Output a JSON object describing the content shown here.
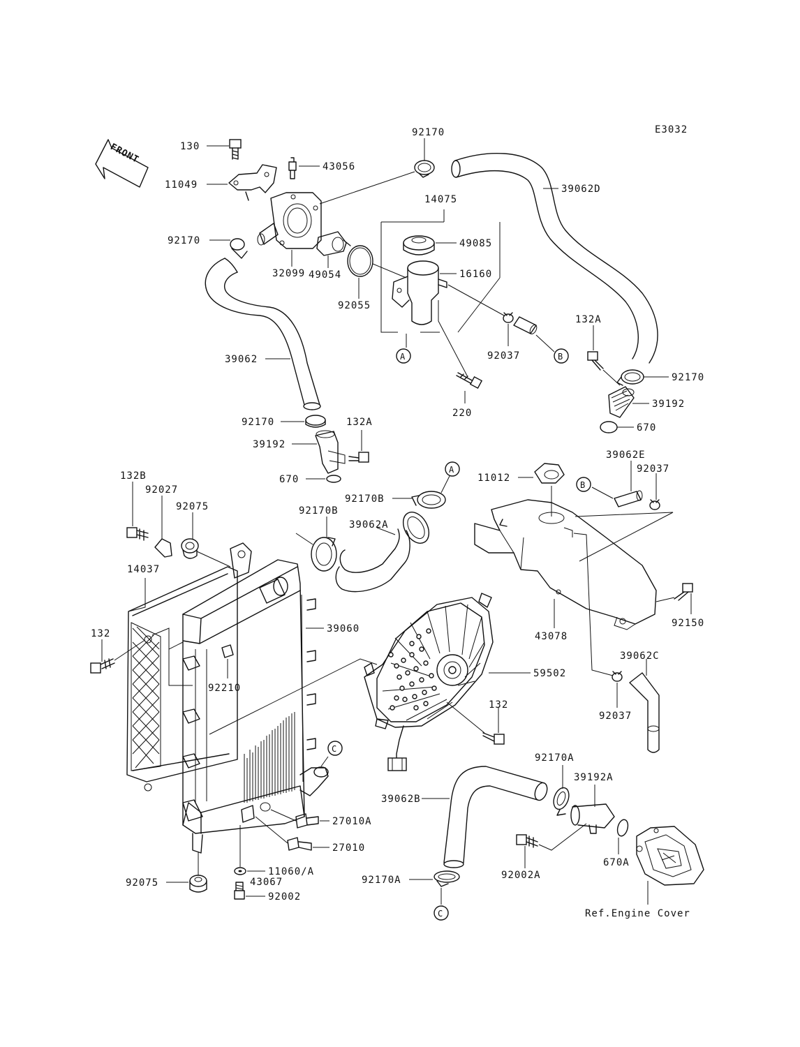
{
  "diagram_code": "E3032",
  "front_label": "FRONT",
  "ref_note": "Ref.Engine Cover",
  "callouts": {
    "a_top": "A",
    "b_top": "B",
    "a_mid": "A",
    "b_mid": "B",
    "c_mid": "C",
    "c_bottom": "C"
  },
  "labels": {
    "l130": "130",
    "l11049": "11049",
    "l43056": "43056",
    "l92170_top": "92170",
    "l39062D": "39062D",
    "l14075": "14075",
    "l49085": "49085",
    "l16160": "16160",
    "l92170_left": "92170",
    "l32099": "32099",
    "l49054": "49054",
    "l92055": "92055",
    "l39062": "39062",
    "l92037_top": "92037",
    "l132A_right": "132A",
    "l92170_right": "92170",
    "l39192_right": "39192",
    "l670_right": "670",
    "l220": "220",
    "l92170_mid": "92170",
    "l132A_mid": "132A",
    "l39192_mid": "39192",
    "l670_mid": "670",
    "l132B": "132B",
    "l92027": "92027",
    "l92075_top": "92075",
    "l92170B_a": "92170B",
    "l92170B_b": "92170B",
    "l39062A": "39062A",
    "l11012": "11012",
    "l39062E": "39062E",
    "l92037_mid": "92037",
    "l14037": "14037",
    "l39060": "39060",
    "l132_left": "132",
    "l92210": "92210",
    "l59502": "59502",
    "l43078": "43078",
    "l92150": "92150",
    "l39062C": "39062C",
    "l132_fan": "132",
    "l92037_bottom": "92037",
    "l92170A_a": "92170A",
    "l39192A": "39192A",
    "l39062B": "39062B",
    "l27010A": "27010A",
    "l27010": "27010",
    "l11060A": "11060/A",
    "l43067": "43067",
    "l92075_bottom": "92075",
    "l92002": "92002",
    "l92170A_b": "92170A",
    "l92002A": "92002A",
    "l670A": "670A"
  }
}
